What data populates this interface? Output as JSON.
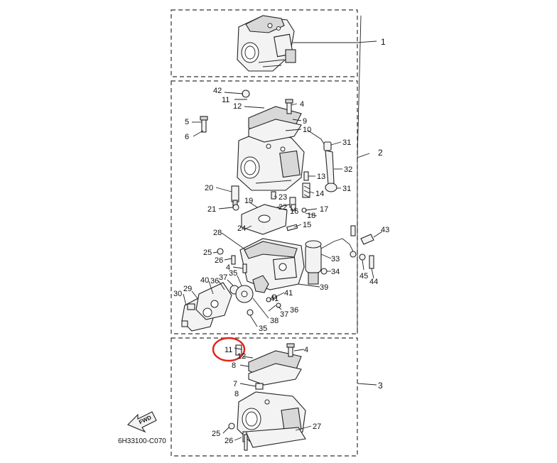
{
  "diagram": {
    "drawing_code": "6H33100-C070",
    "fwd_label": "FWD",
    "highlight_color": "#e2231a",
    "part_numbers": {
      "p1": "1",
      "p2": "2",
      "p3": "3",
      "p4a": "4",
      "p4b": "4",
      "p4c": "4",
      "p5": "5",
      "p6": "6",
      "p7": "7",
      "p8a": "8",
      "p8b": "8",
      "p9": "9",
      "p10": "10",
      "p11a": "11",
      "p11b": "11",
      "p12a": "12",
      "p12b": "12",
      "p13": "13",
      "p14": "14",
      "p15": "15",
      "p16": "16",
      "p17": "17",
      "p18": "18",
      "p19": "19",
      "p20": "20",
      "p21": "21",
      "p22": "22",
      "p23": "23",
      "p24": "24",
      "p25a": "25",
      "p25b": "25",
      "p26a": "26",
      "p26b": "26",
      "p27": "27",
      "p28": "28",
      "p29": "29",
      "p30": "30",
      "p31a": "31",
      "p31b": "31",
      "p32": "32",
      "p33": "33",
      "p34": "34",
      "p35a": "35",
      "p35b": "35",
      "p36a": "36",
      "p36b": "36",
      "p37a": "37",
      "p37b": "37",
      "p38": "38",
      "p39": "39",
      "p40": "40",
      "p41a": "41",
      "p41b": "41",
      "p42": "42",
      "p43": "43",
      "p44": "44",
      "p45": "45"
    }
  }
}
